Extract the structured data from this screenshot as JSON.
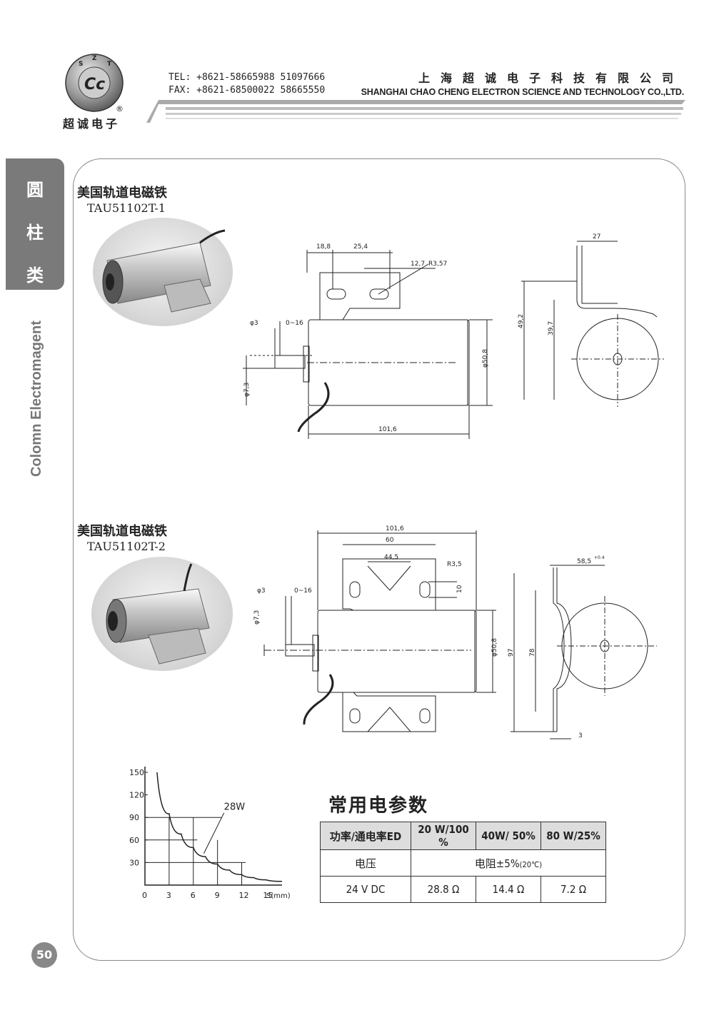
{
  "header": {
    "logo_letters": [
      "S",
      "Z",
      "T"
    ],
    "logo_mark": "Cc",
    "logo_registered": "®",
    "logo_text": "超诚电子",
    "tel": "TEL: +8621-58665988 51097666",
    "fax": "FAX: +8621-68500022 58665550",
    "company_cn": "上海超诚电子科技有限公司",
    "company_en": "SHANGHAI CHAO CHENG ELECTRON SCIENCE AND TECHNOLOGY CO.,LTD."
  },
  "sidebar": {
    "category_chars": [
      "圆",
      "柱",
      "类"
    ],
    "vertical_label": "Colomn Electromagent",
    "page_number": "50"
  },
  "products": [
    {
      "title": "美国轨道电磁铁",
      "model": "TAU51102T-1",
      "dims": {
        "a": "18,8",
        "b": "25,4",
        "c": "12,7",
        "r": "R3,57",
        "d": "φ3",
        "stroke": "0~16",
        "e": "φ7,3",
        "dia": "φ50,8",
        "len": "101,6",
        "top": "27",
        "h1": "49,2",
        "h2": "39,7"
      }
    },
    {
      "title": "美国轨道电磁铁",
      "model": "TAU51102T-2",
      "dims": {
        "len": "101,6",
        "w": "60",
        "c": "44,5",
        "r": "R3,5",
        "k": "10",
        "d": "φ3",
        "stroke": "0~16",
        "e": "φ7,3",
        "dia": "φ50,8",
        "top": "58,5",
        "tol": "+0.4",
        "h1": "97",
        "h2": "78",
        "t": "3"
      }
    }
  ],
  "chart_data": {
    "type": "line",
    "xlabel": "S(mm)",
    "ylabel": "",
    "x_ticks": [
      "0",
      "3",
      "6",
      "9",
      "12",
      "15"
    ],
    "y_ticks": [
      "150",
      "120",
      "90",
      "60",
      "30"
    ],
    "xlim": [
      0,
      17
    ],
    "ylim": [
      0,
      150
    ],
    "annotations": [
      "28W"
    ],
    "series": [
      {
        "name": "28W",
        "x": [
          1.5,
          3,
          4.5,
          6,
          7.5,
          9,
          10.5,
          12,
          13.5,
          15,
          17
        ],
        "y": [
          150,
          95,
          68,
          50,
          38,
          28,
          20,
          14,
          10,
          7,
          5
        ]
      }
    ]
  },
  "params": {
    "title": "常用电参数",
    "header": [
      "功率/通电率ED",
      "20 W/100 %",
      "40W/ 50%",
      "80 W/25%"
    ],
    "row2_label": "电压",
    "row2_value": "电阻±5%",
    "row2_note": "(20℃)",
    "row3": [
      "24 V DC",
      "28.8 Ω",
      "14.4 Ω",
      "7.2 Ω"
    ]
  }
}
